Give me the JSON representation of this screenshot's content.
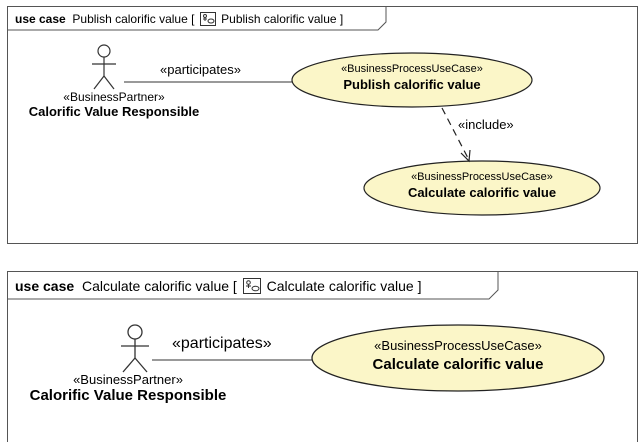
{
  "diagrams": [
    {
      "header": {
        "keyword": "use case",
        "title": "Publish calorific value",
        "bracket_open": "[",
        "ref_title": "Publish calorific value",
        "bracket_close": "]"
      },
      "actor": {
        "stereotype": "«BusinessPartner»",
        "name": "Calorific Value Responsible"
      },
      "association_label": "«participates»",
      "use_cases": [
        {
          "stereotype": "«BusinessProcessUseCase»",
          "name": "Publish calorific value"
        },
        {
          "stereotype": "«BusinessProcessUseCase»",
          "name": "Calculate calorific value"
        }
      ],
      "include_label": "«include»"
    },
    {
      "header": {
        "keyword": "use case",
        "title": "Calculate calorific value",
        "bracket_open": "[",
        "ref_title": "Calculate calorific value",
        "bracket_close": "]"
      },
      "actor": {
        "stereotype": "«BusinessPartner»",
        "name": "Calorific Value Responsible"
      },
      "association_label": "«participates»",
      "use_cases": [
        {
          "stereotype": "«BusinessProcessUseCase»",
          "name": "Calculate calorific value"
        }
      ]
    }
  ],
  "colors": {
    "usecase_fill": "#fbf6c8",
    "usecase_stroke": "#222222",
    "frame_stroke": "#555555"
  }
}
